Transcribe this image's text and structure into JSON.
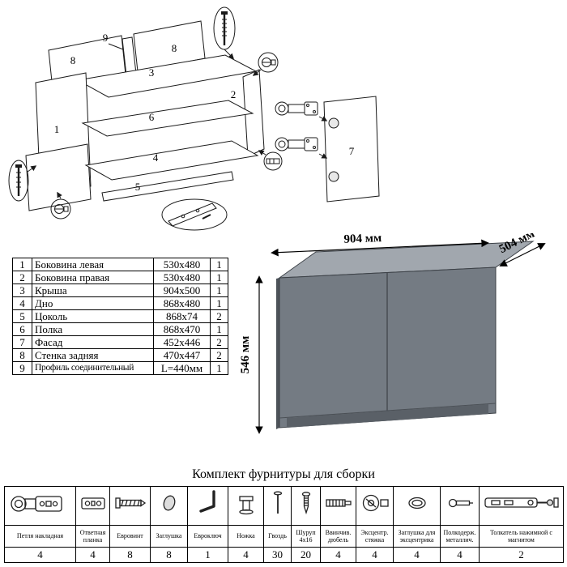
{
  "diagram": {
    "part_labels": {
      "n1": "1",
      "n2": "2",
      "n3": "3",
      "n4": "4",
      "n5": "5",
      "n6": "6",
      "n7": "7",
      "n8a": "8",
      "n8b": "8",
      "n9": "9"
    }
  },
  "parts_table": {
    "rows": [
      {
        "num": "1",
        "name": "Боковина левая",
        "size": "530x480",
        "qty": "1"
      },
      {
        "num": "2",
        "name": "Боковина правая",
        "size": "530x480",
        "qty": "1"
      },
      {
        "num": "3",
        "name": "Крыша",
        "size": "904x500",
        "qty": "1"
      },
      {
        "num": "4",
        "name": "Дно",
        "size": "868x480",
        "qty": "1"
      },
      {
        "num": "5",
        "name": "Цоколь",
        "size": "868x74",
        "qty": "2"
      },
      {
        "num": "6",
        "name": "Полка",
        "size": "868x470",
        "qty": "1"
      },
      {
        "num": "7",
        "name": "Фасад",
        "size": "452x446",
        "qty": "2"
      },
      {
        "num": "8",
        "name": "Стенка задняя",
        "size": "470x447",
        "qty": "2"
      },
      {
        "num": "9",
        "name": "Профиль соединительный",
        "size": "L=440мм",
        "qty": "1"
      }
    ]
  },
  "cabinet": {
    "width_label": "904 мм",
    "depth_label": "504 мм",
    "height_label": "546 мм",
    "colors": {
      "front": "#747b83",
      "top": "#a1a7ae",
      "plinth": "#5a6067",
      "side": "#4e545a",
      "seam": "#4b5056"
    }
  },
  "hardware": {
    "title": "Комплект фурнитуры для сборки",
    "items": [
      {
        "icon": "hinge-icon",
        "label": "Петля накладная",
        "qty": "4"
      },
      {
        "icon": "strike-plate-icon",
        "label": "Ответная планка",
        "qty": "4"
      },
      {
        "icon": "euro-screw-icon",
        "label": "Евровинт",
        "qty": "8"
      },
      {
        "icon": "cap-icon",
        "label": "Заглушка",
        "qty": "8"
      },
      {
        "icon": "hex-key-icon",
        "label": "Евроключ",
        "qty": "1"
      },
      {
        "icon": "leg-icon",
        "label": "Ножка",
        "qty": "4"
      },
      {
        "icon": "nail-icon",
        "label": "Гвоздь",
        "qty": "30"
      },
      {
        "icon": "screw-icon",
        "label": "Шуруп 4x16",
        "qty": "20"
      },
      {
        "icon": "dowel-icon",
        "label": "Ввинчив. дюбель",
        "qty": "4"
      },
      {
        "icon": "cam-lock-icon",
        "label": "Эксцентр. стяжка",
        "qty": "4"
      },
      {
        "icon": "cam-cap-icon",
        "label": "Заглушка для эксцентрика",
        "qty": "4"
      },
      {
        "icon": "shelf-support-icon",
        "label": "Полкодерж. металлич.",
        "qty": "4"
      },
      {
        "icon": "push-latch-icon",
        "label": "Толкатель нажимной с магнитом",
        "qty": "2"
      }
    ]
  }
}
